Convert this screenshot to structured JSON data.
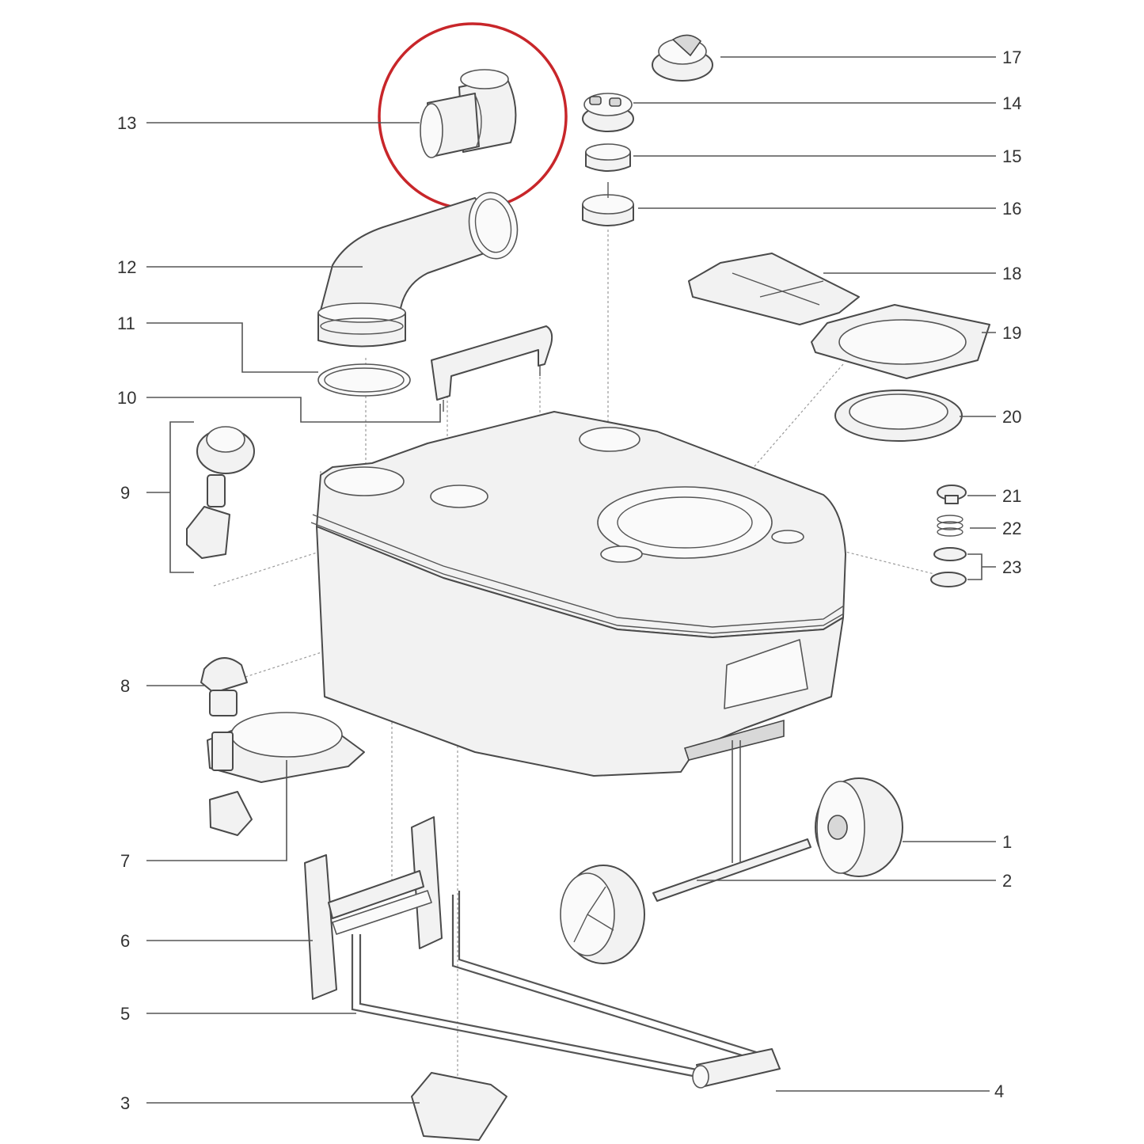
{
  "diagram": {
    "parts": [
      {
        "id": "1",
        "label": "1"
      },
      {
        "id": "2",
        "label": "2"
      },
      {
        "id": "3",
        "label": "3"
      },
      {
        "id": "4",
        "label": "4"
      },
      {
        "id": "5",
        "label": "5"
      },
      {
        "id": "6",
        "label": "6"
      },
      {
        "id": "7",
        "label": "7"
      },
      {
        "id": "8",
        "label": "8"
      },
      {
        "id": "9",
        "label": "9"
      },
      {
        "id": "10",
        "label": "10"
      },
      {
        "id": "11",
        "label": "11"
      },
      {
        "id": "12",
        "label": "12"
      },
      {
        "id": "13",
        "label": "13"
      },
      {
        "id": "14",
        "label": "14"
      },
      {
        "id": "15",
        "label": "15"
      },
      {
        "id": "16",
        "label": "16"
      },
      {
        "id": "17",
        "label": "17"
      },
      {
        "id": "18",
        "label": "18"
      },
      {
        "id": "19",
        "label": "19"
      },
      {
        "id": "20",
        "label": "20"
      },
      {
        "id": "21",
        "label": "21"
      },
      {
        "id": "22",
        "label": "22"
      },
      {
        "id": "23",
        "label": "23"
      }
    ],
    "highlighted_part": "13",
    "colors": {
      "highlight": "#c8262a",
      "line": "#4a4a4a",
      "background": "#ffffff"
    }
  }
}
